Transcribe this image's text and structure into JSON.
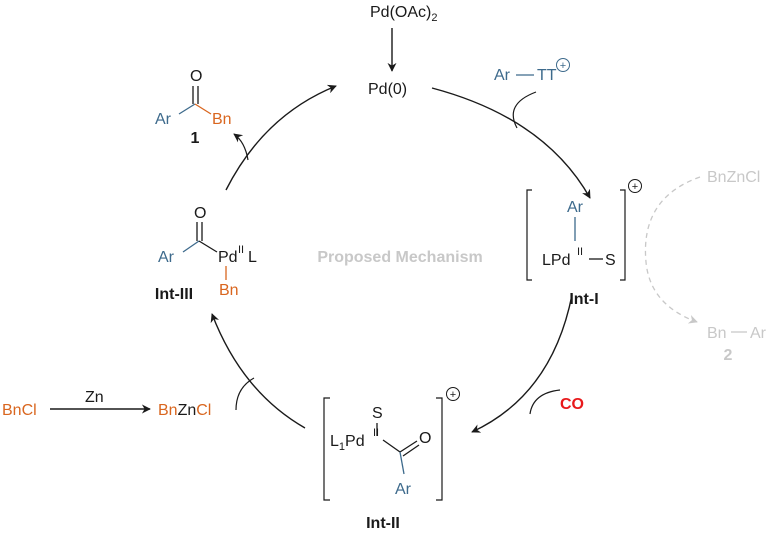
{
  "colors": {
    "ink": "#1a1a1a",
    "aryl": "#3d6a8c",
    "benzyl": "#d9661f",
    "co": "#e8191b",
    "faded": "#c8c8c8"
  },
  "center_label": "Proposed Mechanism",
  "precatalyst": {
    "formula_main": "Pd(OAc)",
    "formula_sub": "2"
  },
  "catalyst": "Pd(0)",
  "reagent_arylthianthrenium": {
    "ar": "Ar",
    "tt": "TT",
    "charge": "+"
  },
  "int1": {
    "label": "Int-I",
    "ar": "Ar",
    "lpd": "LPd",
    "ox": "II",
    "s": "S",
    "charge": "+"
  },
  "co_reagent": "CO",
  "int2": {
    "label": "Int-II",
    "s": "S",
    "l": "L",
    "l_sub": "1",
    "pd": "Pd",
    "ox": "II",
    "o": "O",
    "ar": "Ar",
    "charge": "+"
  },
  "zinc_step": {
    "bncl": "BnCl",
    "zn": "Zn",
    "product_bn": "Bn",
    "product_zn": "Zn",
    "product_cl": "Cl"
  },
  "int3": {
    "label": "Int-III",
    "o": "O",
    "ar": "Ar",
    "pd": "Pd",
    "ox": "II",
    "l": "L",
    "bn": "Bn"
  },
  "product1": {
    "o": "O",
    "ar": "Ar",
    "bn": "Bn",
    "number": "1"
  },
  "side_reaction": {
    "reagent": "BnZnCl",
    "product_bn": "Bn",
    "product_ar": "Ar",
    "number": "2"
  }
}
